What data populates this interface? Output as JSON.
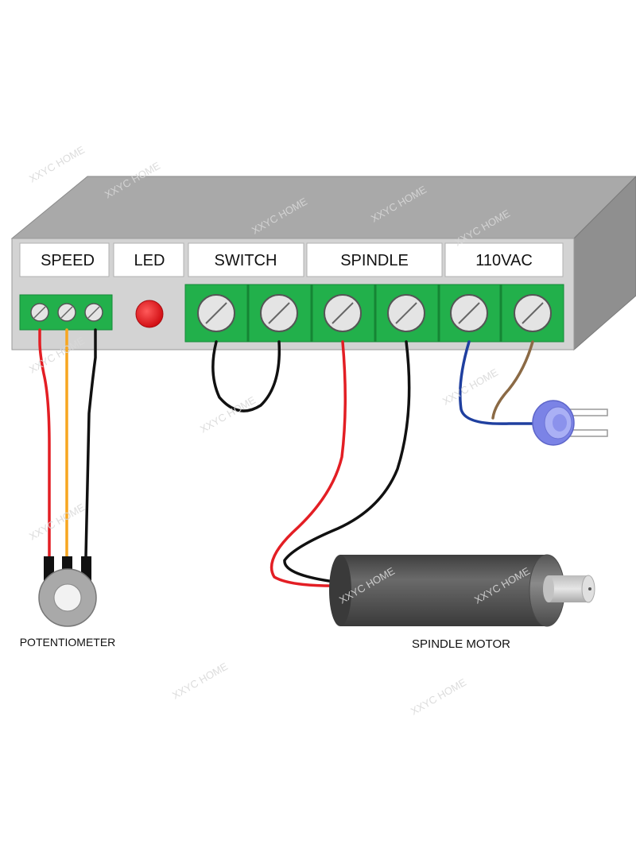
{
  "labels": {
    "speed": "SPEED",
    "led": "LED",
    "switch": "SWITCH",
    "spindle": "SPINDLE",
    "vac": "110VAC",
    "potentiometer": "POTENTIOMETER",
    "spindle_motor": "SPINDLE MOTOR"
  },
  "watermark": "XXYC HOME",
  "colors": {
    "box_top": "#a9a9a9",
    "box_front": "#d3d3d3",
    "box_side": "#8f8f8f",
    "terminal_green": "#22b04b",
    "terminal_green_dark": "#1a8f3c",
    "led_red": "#e8161b",
    "wire_red": "#e31e24",
    "wire_orange": "#f7a620",
    "wire_black": "#111111",
    "wire_blue": "#1f3f9f",
    "wire_brown": "#8b6a45",
    "plug_violet": "#7b83e6",
    "motor_body": "#5b5b5b",
    "shaft": "#cfcfcf"
  },
  "icons": [
    "led-indicator-icon",
    "screw-terminal-icon",
    "potentiometer-icon",
    "power-plug-icon",
    "spindle-motor-icon"
  ]
}
